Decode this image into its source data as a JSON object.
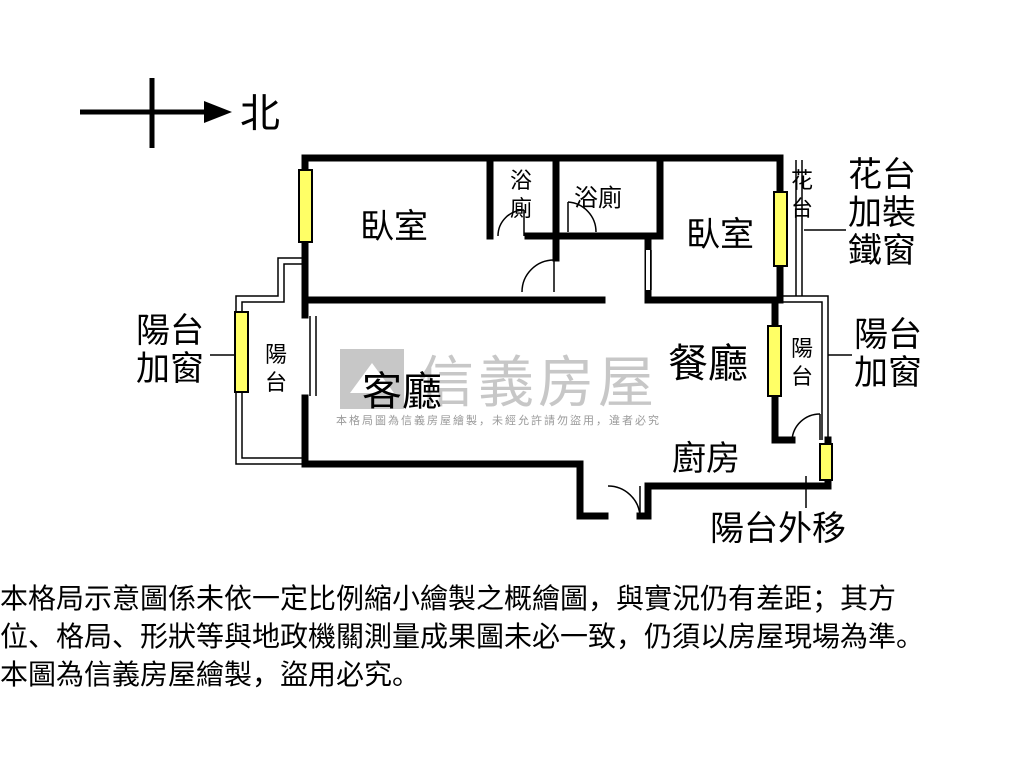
{
  "compass": {
    "direction": "北"
  },
  "rooms": {
    "bedroom_left": "臥室",
    "bath_left": [
      "浴",
      "廁"
    ],
    "bath_right": "浴廁",
    "bedroom_right": "臥室",
    "living": "客廳",
    "dining": "餐廳",
    "kitchen": "廚房",
    "balcony_left": [
      "陽",
      "台"
    ],
    "balcony_right": [
      "陽",
      "台"
    ],
    "planter": [
      "花",
      "台"
    ]
  },
  "callouts": {
    "planter_window": [
      "花台",
      "加裝",
      "鐵窗"
    ],
    "balcony_window_left": [
      "陽台",
      "加窗"
    ],
    "balcony_window_right": [
      "陽台",
      "加窗"
    ],
    "balcony_moved": "陽台外移"
  },
  "watermark": {
    "brand": "信義房屋",
    "notice": "本格局圖為信義房屋繪製，未經允許請勿盜用，違者必究"
  },
  "disclaimer": [
    "本格局示意圖係未依一定比例縮小繪製之概繪圖，與實況仍有差距；其方",
    "位、格局、形狀等與地政機關測量成果圖未必一致，仍須以房屋現場為準。",
    "本圖為信義房屋繪製，盜用必究。"
  ],
  "colors": {
    "wall": "#000000",
    "window": "#ffff66",
    "watermark": "#9a9a9a"
  }
}
